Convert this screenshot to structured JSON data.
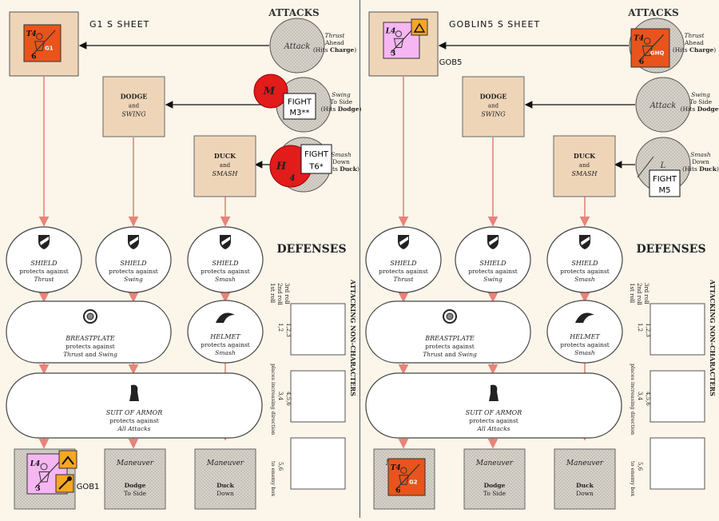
{
  "sheets": [
    {
      "id": "left",
      "sheet_label": "G1 S    SHEET",
      "attacks_heading": "ATTACKS",
      "defenses_heading": "DEFENSES",
      "side_heading": "ATTACKING NON-CHARACTERS",
      "roll_labels": [
        "1st roll",
        "2nd roll",
        "3rd roll"
      ],
      "dice_labels": [
        "1,2",
        "1,2,3",
        "3,4",
        "4,5,6",
        "5,6"
      ],
      "side_notes": [
        "places increasing direction",
        "to enemy box"
      ],
      "attack_circles": [
        {
          "label": "Attack",
          "desc1": "Thrust",
          "desc2": "Ahead",
          "desc3": "(Hits ",
          "desc3b": "Charge",
          "desc3c": ")"
        },
        {
          "label": "",
          "desc1": "Swing",
          "desc2": "To Side",
          "desc3": "(Hits ",
          "desc3b": "Dodge",
          "desc3c": ")"
        },
        {
          "label": "",
          "desc1": "Smash",
          "desc2": "Down",
          "desc3": "(Hits ",
          "desc3b": "Duck",
          "desc3c": ")"
        }
      ],
      "maneuver_boxes": [
        {
          "line1": "DODGE",
          "line2": "and",
          "line3": "SWING"
        },
        {
          "line1": "DUCK",
          "line2": "and",
          "line3": "SMASH"
        }
      ],
      "shields": [
        {
          "title": "SHIELD",
          "line": "protects against",
          "target": "Thrust"
        },
        {
          "title": "SHIELD",
          "line": "protects against",
          "target": "Swing"
        },
        {
          "title": "SHIELD",
          "line": "protects against",
          "target": "Smash"
        }
      ],
      "breastplate": {
        "title": "BREASTPLATE",
        "line": "protects against",
        "target1": "Thrust",
        "and": " and ",
        "target2": "Swing"
      },
      "helmet": {
        "title": "HELMET",
        "line": "protects against",
        "target": "Smash"
      },
      "suit": {
        "title": "SUIT OF ARMOR",
        "line": "protects against",
        "target": "All Attacks"
      },
      "bottom_boxes": [
        {
          "title": "",
          "l1": "",
          "l2": ""
        },
        {
          "title": "Maneuver",
          "l1": "Dodge",
          "l2": "To Side"
        },
        {
          "title": "Maneuver",
          "l1": "Duck",
          "l2": "Down"
        }
      ],
      "counters": {
        "top_counter": {
          "code": "G1",
          "top": "T4",
          "bottom": "6",
          "color": "#e8541c"
        },
        "bottom_counter": {
          "top": "L4",
          "bottom": "3",
          "color": "#f5b6f2",
          "label": "GOB1"
        },
        "fight_m": {
          "letter": "M",
          "text1": "FIGHT",
          "text2": "M3**"
        },
        "fight_h": {
          "letter": "H",
          "num": "4",
          "text1": "FIGHT",
          "text2": "T6*"
        }
      }
    },
    {
      "id": "right",
      "sheet_label": "GOBLIN5 S    SHEET",
      "attacks_heading": "ATTACKS",
      "defenses_heading": "DEFENSES",
      "side_heading": "ATTACKING NON-CHARACTERS",
      "roll_labels": [
        "1st roll",
        "2nd roll",
        "3rd roll"
      ],
      "dice_labels": [
        "1,2",
        "1,2,3",
        "3,4",
        "4,5,6",
        "5,6"
      ],
      "side_notes": [
        "places increasing direction",
        "to enemy box"
      ],
      "attack_circles": [
        {
          "label": "",
          "desc1": "Thrust",
          "desc2": "Ahead",
          "desc3": "(Hits ",
          "desc3b": "Charge",
          "desc3c": ")"
        },
        {
          "label": "Attack",
          "desc1": "Swing",
          "desc2": "To Side",
          "desc3": "(Hits ",
          "desc3b": "Dodge",
          "desc3c": ")"
        },
        {
          "label": "L",
          "desc1": "Smash",
          "desc2": "Down",
          "desc3": "(Hits ",
          "desc3b": "Duck",
          "desc3c": ")"
        }
      ],
      "maneuver_boxes": [
        {
          "line1": "DODGE",
          "line2": "and",
          "line3": "SWING"
        },
        {
          "line1": "DUCK",
          "line2": "and",
          "line3": "SMASH"
        }
      ],
      "shields": [
        {
          "title": "SHIELD",
          "line": "protects against",
          "target": "Thrust"
        },
        {
          "title": "SHIELD",
          "line": "protects against",
          "target": "Swing"
        },
        {
          "title": "SHIELD",
          "line": "protects against",
          "target": "Smash"
        }
      ],
      "breastplate": {
        "title": "BREASTPLATE",
        "line": "protects against",
        "target1": "Thrust",
        "and": " and ",
        "target2": "Swing"
      },
      "helmet": {
        "title": "HELMET",
        "line": "protects against",
        "target": "Smash"
      },
      "suit": {
        "title": "SUIT OF ARMOR",
        "line": "protects against",
        "target": "All Attacks"
      },
      "bottom_boxes": [
        {
          "title": "Maneuver",
          "l1": "",
          "l2": ""
        },
        {
          "title": "Maneuver",
          "l1": "Dodge",
          "l2": "To Side"
        },
        {
          "title": "Maneuver",
          "l1": "Duck",
          "l2": "Down"
        }
      ],
      "counters": {
        "top_counter": {
          "top": "L4",
          "bottom": "3",
          "color": "#f5b6f2",
          "label": "GOB5"
        },
        "attack_counter": {
          "code": "GHQ",
          "top": "T4",
          "bottom": "6",
          "color": "#e8541c"
        },
        "bottom_counter": {
          "code": "G2",
          "top": "T4",
          "bottom": "6",
          "color": "#e8541c"
        },
        "fight_m5": {
          "text1": "FIGHT",
          "text2": "M5"
        }
      }
    }
  ]
}
